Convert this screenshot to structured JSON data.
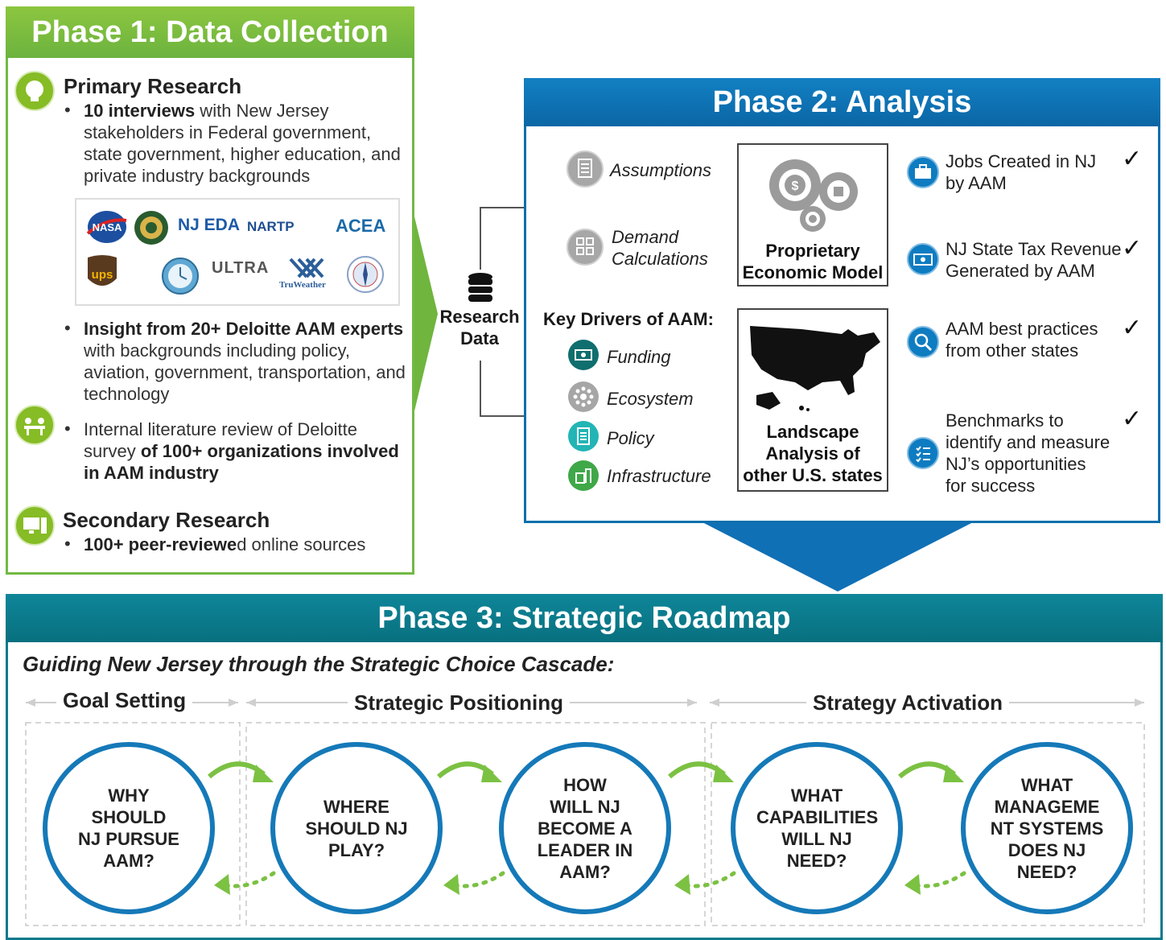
{
  "phase1": {
    "title": "Phase 1: Data Collection",
    "primary_title": "Primary Research",
    "bullet1_bold": "10 interviews",
    "bullet1_rest": " with New Jersey stakeholders in Federal government, state government, higher education, and private industry backgrounds",
    "logos": [
      "NASA",
      "NJ EDA",
      "NARTP",
      "ACEA",
      "ups",
      "ULTRA",
      "TruWeather"
    ],
    "bullet2_bold": "Insight from 20+ Deloitte AAM experts",
    "bullet2_rest": " with backgrounds including policy, aviation, government, transportation, and technology",
    "bullet3_a": "Internal literature review of Deloitte survey ",
    "bullet3_bold": "of 100+ organizations involved in AAM industry",
    "secondary_title": "Secondary Research",
    "bullet4_bold": "100+ peer-reviewe",
    "bullet4_rest": "d online sources"
  },
  "research_data": {
    "line1": "Research",
    "line2": "Data"
  },
  "phase2": {
    "title": "Phase 2: Analysis",
    "assumptions": "Assumptions",
    "demand_1": "Demand",
    "demand_2": "Calculations",
    "model_1": "Proprietary",
    "model_2": "Economic Model",
    "key_drivers": "Key Drivers of AAM:",
    "drivers": [
      "Funding",
      "Ecosystem",
      "Policy",
      "Infrastructure"
    ],
    "landscape": [
      "Landscape",
      "Analysis of",
      "other U.S. states"
    ],
    "outputs": [
      [
        "Jobs Created in NJ",
        "by AAM"
      ],
      [
        "NJ State Tax Revenue",
        "Generated by AAM"
      ],
      [
        "AAM best practices",
        "from other states"
      ],
      [
        "Benchmarks to",
        "identify and measure",
        "NJ’s opportunities",
        "for success"
      ]
    ],
    "check": "✓"
  },
  "phase3": {
    "title": "Phase 3: Strategic Roadmap",
    "subtitle": "Guiding New Jersey through the Strategic Choice Cascade:",
    "stages": [
      "Goal Setting",
      "Strategic Positioning",
      "Strategy Activation"
    ],
    "questions": [
      [
        "WHY",
        "SHOULD",
        "NJ PURSUE",
        "AAM?"
      ],
      [
        "WHERE",
        "SHOULD NJ",
        "PLAY?"
      ],
      [
        "HOW",
        "WILL NJ",
        "BECOME A",
        "LEADER IN",
        "AAM?"
      ],
      [
        "WHAT",
        "CAPABILITIES",
        "WILL NJ",
        "NEED?"
      ],
      [
        "WHAT",
        "MANAGEME",
        "NT SYSTEMS",
        "DOES NJ",
        "NEED?"
      ]
    ]
  },
  "colors": {
    "phase1": "#86bc25",
    "phase2": "#0e73b6",
    "phase3": "#0a7a8c",
    "arrow_green": "#7bc142"
  }
}
